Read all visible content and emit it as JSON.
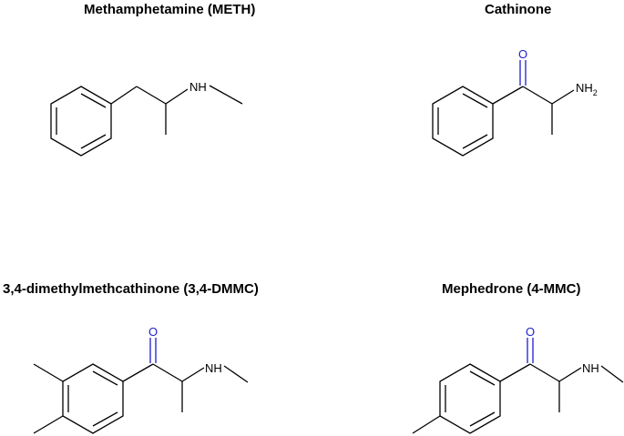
{
  "molecules": [
    {
      "name": "Methamphetamine (METH)",
      "amine": "NH"
    },
    {
      "name": "Cathinone",
      "oxygen": "O",
      "amine": "NH",
      "amine_sub": "2"
    },
    {
      "name": "3,4-dimethylmethcathinone (3,4-DMMC)",
      "oxygen": "O",
      "amine": "NH"
    },
    {
      "name": "Mephedrone (4-MMC)",
      "oxygen": "O",
      "amine": "NH"
    }
  ],
  "colors": {
    "bond": "#000000",
    "oxygen": "#1c1ccc"
  }
}
